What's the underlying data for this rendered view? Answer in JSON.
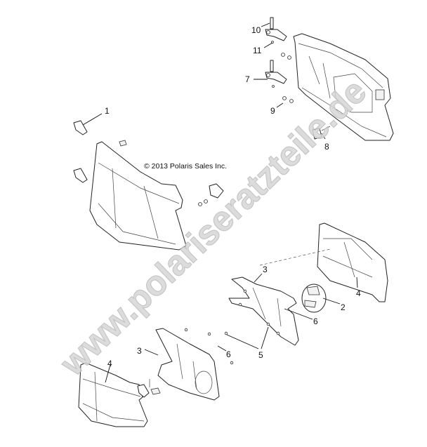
{
  "copyright": "© 2013 Polaris Sales Inc.",
  "watermark": "www.polariseratzteile.de",
  "callouts": [
    {
      "id": "c10",
      "text": "10"
    },
    {
      "id": "c11",
      "text": "11"
    },
    {
      "id": "c7",
      "text": "7"
    },
    {
      "id": "c9",
      "text": "9"
    },
    {
      "id": "c8",
      "text": "8"
    },
    {
      "id": "c1",
      "text": "1"
    },
    {
      "id": "c3a",
      "text": "3"
    },
    {
      "id": "c2",
      "text": "2"
    },
    {
      "id": "c4a",
      "text": "4"
    },
    {
      "id": "c6a",
      "text": "6"
    },
    {
      "id": "c5",
      "text": "5"
    },
    {
      "id": "c3b",
      "text": "3"
    },
    {
      "id": "c6b",
      "text": "6"
    },
    {
      "id": "c4b",
      "text": "4"
    }
  ]
}
